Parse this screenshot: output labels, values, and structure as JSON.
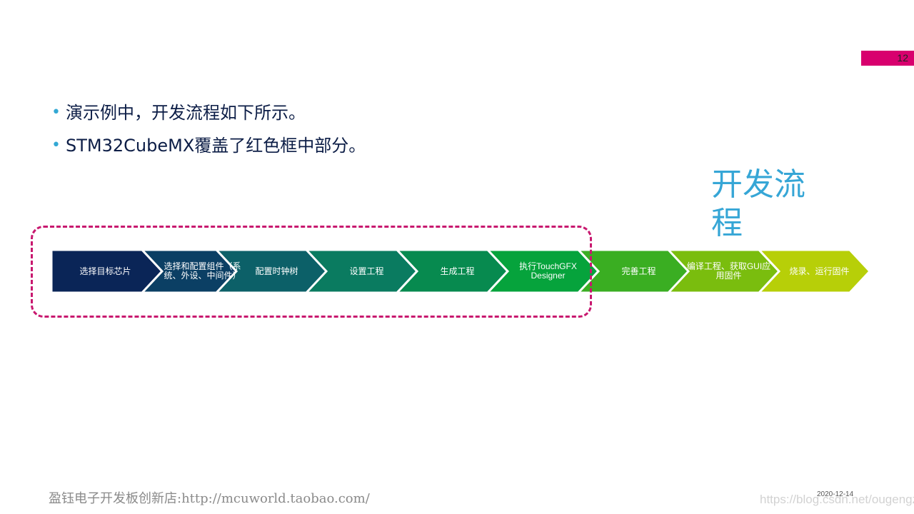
{
  "page_number": "12",
  "bullets": [
    "演示例中，开发流程如下所示。",
    "STM32CubeMX覆盖了红色框中部分。"
  ],
  "side_title": "开发流程",
  "flow_steps": [
    {
      "label": "选择目标芯片",
      "color": "#0a2557"
    },
    {
      "label": "选择和配置组件（系统、外设、中间件）",
      "color": "#0b3f64"
    },
    {
      "label": "配置时钟树",
      "color": "#0c6068"
    },
    {
      "label": "设置工程",
      "color": "#0a7b60"
    },
    {
      "label": "生成工程",
      "color": "#078a4f"
    },
    {
      "label": "执行TouchGFX Designer",
      "color": "#06a33c"
    },
    {
      "label": "完善工程",
      "color": "#3aae22"
    },
    {
      "label": "编译工程、获取GUI应用固件",
      "color": "#7abd0e"
    },
    {
      "label": "烧录、运行固件",
      "color": "#b7cf08"
    }
  ],
  "highlight_frame_color": "#c8186f",
  "footer": {
    "shop": "盈钰电子开发板创新店:http://mcuworld.taobao.com/",
    "date": "2020-12-14",
    "watermark": "https://blog.csdn.net/ougengz"
  }
}
